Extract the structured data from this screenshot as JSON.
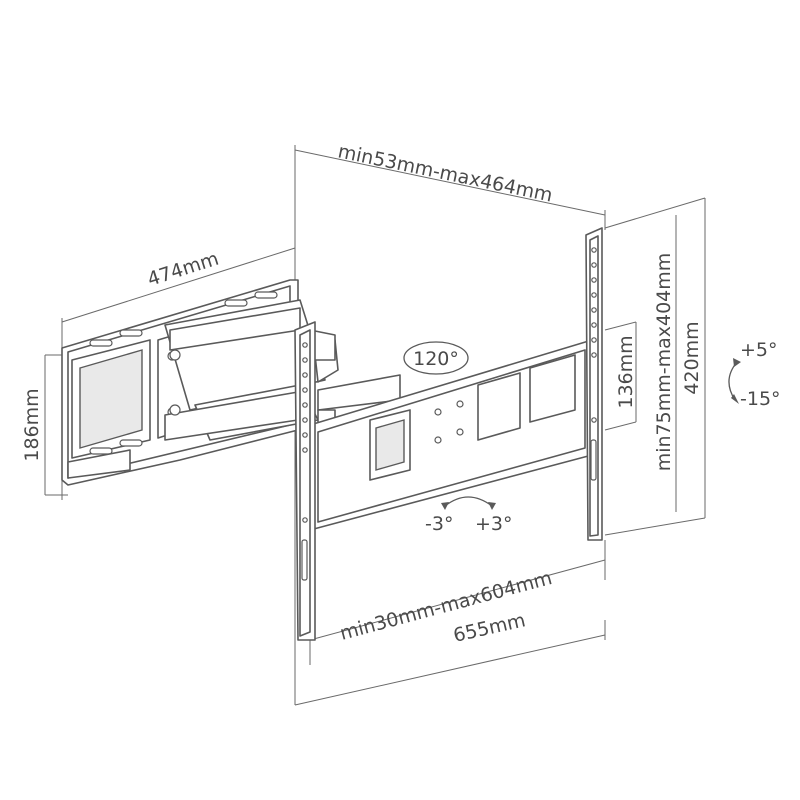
{
  "dimensions": {
    "arm_extension": "min53mm-max464mm",
    "wall_plate_width": "474mm",
    "wall_plate_height": "186mm",
    "tv_plate_height": "420mm",
    "vesa_vertical": "min75mm-max404mm",
    "inner_height": "136mm",
    "vesa_horizontal": "min30mm-max604mm",
    "tv_plate_width": "655mm"
  },
  "rotations": {
    "swivel": "120°",
    "tilt_up": "+5°",
    "tilt_down": "-15°",
    "level_minus": "-3°",
    "level_plus": "+3°"
  }
}
